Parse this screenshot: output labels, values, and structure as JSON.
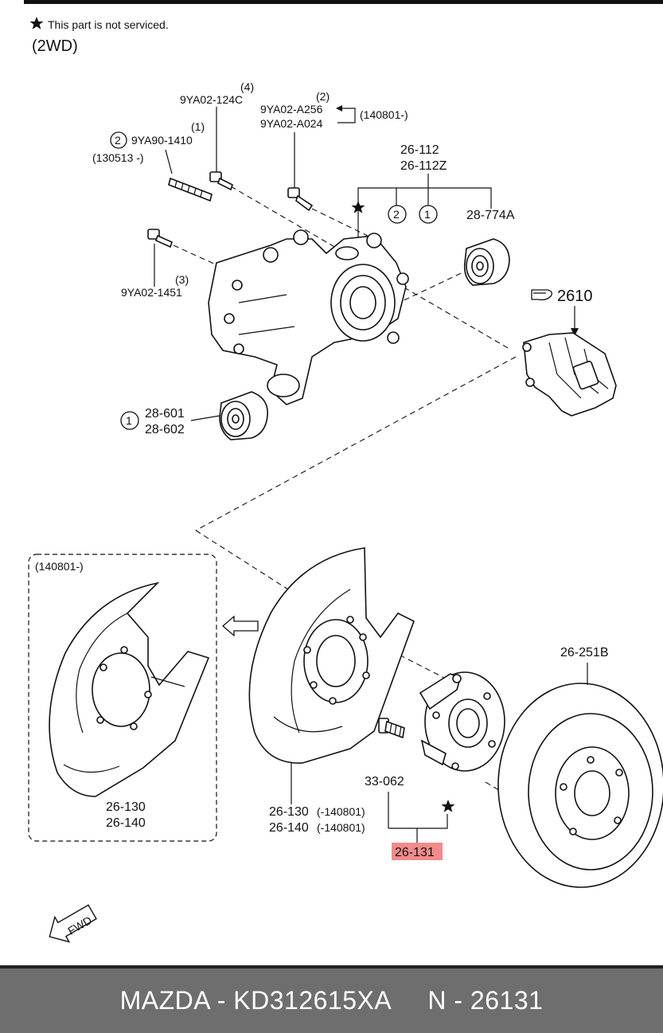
{
  "notes": {
    "star_note": "This part is not serviced.",
    "drive": "(2WD)"
  },
  "labels": {
    "bolt_124c_qty": "(4)",
    "bolt_124c": "9YA02-124C",
    "bolt_a256_qty": "(2)",
    "bolt_a256": "9YA02-A256",
    "bolt_a024": "9YA02-A024",
    "bolt_a_range": "(140801-)",
    "bolt_1410_qty": "(1)",
    "bolt_1410_circle": "2",
    "bolt_1410": "9YA90-1410",
    "bolt_1410_range": "(130513 -)",
    "knuckle_a": "26-112",
    "knuckle_b": "26-112Z",
    "knuckle_circle_2": "2",
    "knuckle_circle_1": "1",
    "bushing_774a": "28-774A",
    "caliper": "2610",
    "bolt_1451_qty": "(3)",
    "bolt_1451": "9YA02-1451",
    "bushing_circle": "1",
    "bushing_601": "28-601",
    "bushing_602": "28-602",
    "alt_range": "(140801-)",
    "alt_plate_a": "26-130",
    "alt_plate_b": "26-140",
    "disc": "26-251B",
    "stud": "33-062",
    "plate_a": "26-130",
    "plate_a_range": "(-140801)",
    "plate_b": "26-140",
    "plate_b_range": "(-140801)",
    "hub_highlight": "26-131",
    "fwd": "FWD"
  },
  "colors": {
    "highlight": "#f28b8b",
    "footer_bg": "#6e6e6e",
    "footer_text": "#ffffff"
  },
  "footer": {
    "text": "MAZDA - KD312615XA     N - 26131"
  }
}
